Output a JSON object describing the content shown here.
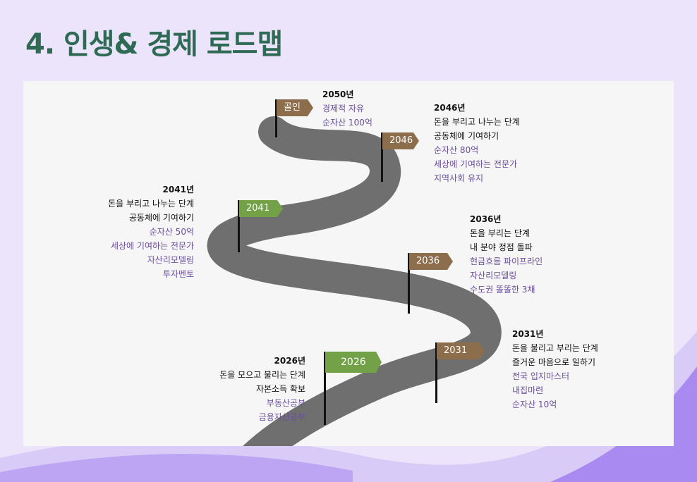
{
  "title": "4. 인생& 경제 로드맵",
  "colors": {
    "title": "#2f6a55",
    "road": "#6f6f6f",
    "flag_brown": "#8c6d4c",
    "flag_green": "#72a148",
    "highlight": "#6a4d9e"
  },
  "flags": {
    "goal": "골인",
    "y2046": "2046",
    "y2041": "2041",
    "y2036": "2036",
    "y2031": "2031",
    "y2026": "2026"
  },
  "milestones": {
    "m2050": {
      "year": "2050년",
      "items": [
        "경제적 자유",
        "순자산 100억"
      ]
    },
    "m2046": {
      "year": "2046년",
      "stage": [
        "돈을 부리고 나누는 단계",
        "공동체에 기여하기"
      ],
      "items": [
        "순자산 80억",
        "세상에 기여하는 전문가",
        "지역사회 유지"
      ]
    },
    "m2041": {
      "year": "2041년",
      "stage": [
        "돈을 부리고 나누는 단계",
        "공동체에 기여하기"
      ],
      "items": [
        "순자산 50억",
        "세상에 기여하는 전문가",
        "자산리모델링",
        "투자멘토"
      ]
    },
    "m2036": {
      "year": "2036년",
      "stage": [
        "돈을 부리는 단계",
        "내 분야 정점 돌파"
      ],
      "items": [
        "현금흐름 파이프라인",
        "자산리모델링",
        "수도권 똘똘한 3채"
      ]
    },
    "m2031": {
      "year": "2031년",
      "stage": [
        "돈을 불리고 부리는 단계",
        "즐거운 마음으로 일하기"
      ],
      "items": [
        "전국 입지마스터",
        "내집마련",
        "순자산 10억"
      ]
    },
    "m2026": {
      "year": "2026년",
      "stage": [
        "돈을 모으고 불리는 단계",
        "자본소득 확보"
      ],
      "items": [
        "부동산공부",
        "금융자산공부"
      ]
    }
  }
}
